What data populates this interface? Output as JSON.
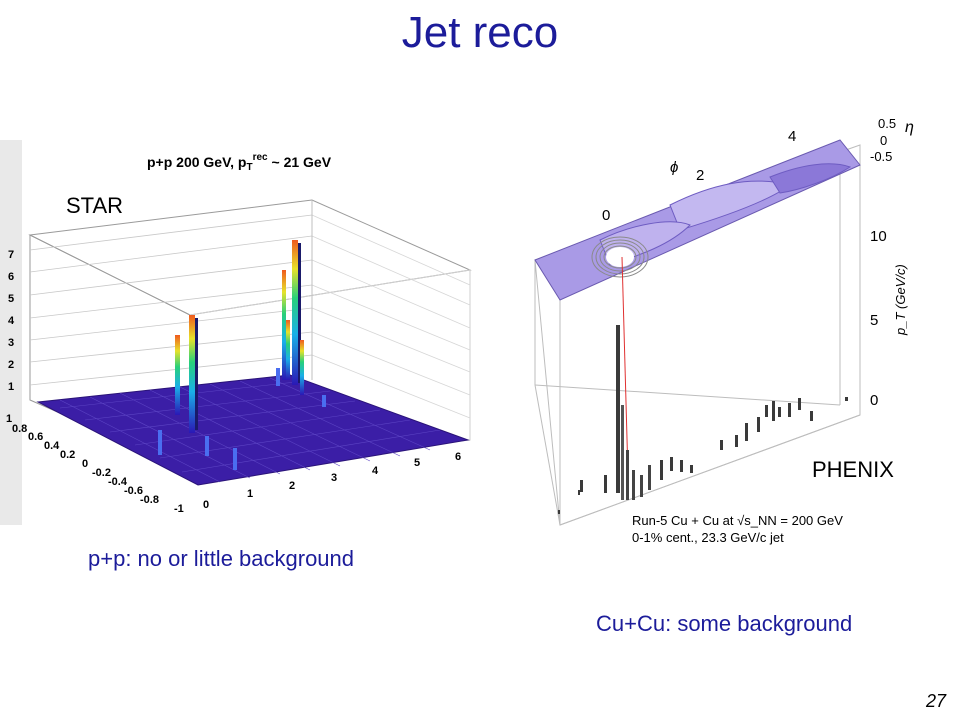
{
  "slide": {
    "title": "Jet reco",
    "page_number": "27",
    "colors": {
      "title": "#1c1c9a",
      "lego_floor": "#3b1ea6",
      "phenix_band": "#a99ae6"
    }
  },
  "star_panel": {
    "label": "STAR",
    "plot_title_main": "p+p 200 GeV, p",
    "plot_title_sub": "T",
    "plot_title_sup": "rec",
    "plot_title_tail": " ~ 21 GeV",
    "z_ticks": [
      "1",
      "2",
      "3",
      "4",
      "5",
      "6",
      "7"
    ],
    "eta_ticks": [
      "1",
      "0.8",
      "0.6",
      "0.4",
      "0.2",
      "0",
      "-0.2",
      "-0.4",
      "-0.6",
      "-0.8",
      "-1"
    ],
    "phi_ticks": [
      "0",
      "1",
      "2",
      "3",
      "4",
      "5",
      "6"
    ],
    "caption": "p+p: no or little background"
  },
  "phenix_panel": {
    "label": "PHENIX",
    "phi_label": "ϕ",
    "eta_label": "η",
    "phi_ticks": [
      "0",
      "2",
      "4"
    ],
    "eta_ticks": [
      "0.5",
      "0",
      "-0.5"
    ],
    "pt_ticks": [
      "0",
      "5",
      "10"
    ],
    "pt_axis_label": "p_T (GeV/c)",
    "legend_line1": "Run-5 Cu + Cu at √s_NN = 200 GeV",
    "legend_line2": "0-1% cent., 23.3 GeV/c jet",
    "caption": "Cu+Cu: some background"
  }
}
